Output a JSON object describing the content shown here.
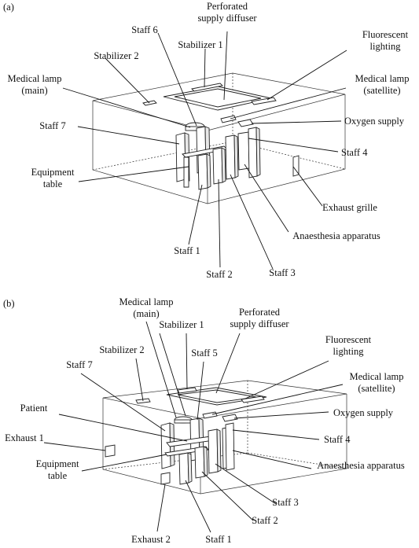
{
  "panels": [
    {
      "tag": "(a)",
      "labels": {
        "perforated": [
          "Perforated",
          "supply diffuser"
        ],
        "staff6": "Staff 6",
        "stabilizer1": "Stabilizer 1",
        "fluorescent": [
          "Fluorescent",
          "lighting"
        ],
        "stabilizer2": "Stabilizer 2",
        "lamp_main": [
          "Medical lamp",
          "(main)"
        ],
        "lamp_sat": [
          "Medical lamp",
          "(satellite)"
        ],
        "oxygen": "Oxygen supply",
        "staff7": "Staff 7",
        "staff4": "Staff 4",
        "equipment": [
          "Equipment",
          "table"
        ],
        "exhaust": "Exhaust grille",
        "anaesthesia": "Anaesthesia apparatus",
        "staff1": "Staff 1",
        "staff2": "Staff 2",
        "staff3": "Staff 3"
      }
    },
    {
      "tag": "(b)",
      "labels": {
        "lamp_main": [
          "Medical lamp",
          "(main)"
        ],
        "perforated": [
          "Perforated",
          "supply diffuser"
        ],
        "stabilizer1": "Stabilizer 1",
        "fluorescent": [
          "Fluorescent",
          "lighting"
        ],
        "stabilizer2": "Stabilizer 2",
        "staff5": "Staff 5",
        "staff7": "Staff 7",
        "lamp_sat": [
          "Medical lamp",
          "(satellite)"
        ],
        "patient": "Patient",
        "oxygen": "Oxygen supply",
        "staff4": "Staff 4",
        "exhaust1": "Exhaust 1",
        "anaesthesia": "Anaesthesia apparatus",
        "equipment": [
          "Equipment",
          "table"
        ],
        "staff3": "Staff 3",
        "staff2": "Staff 2",
        "exhaust2": "Exhaust 2",
        "staff1": "Staff 1"
      }
    }
  ]
}
